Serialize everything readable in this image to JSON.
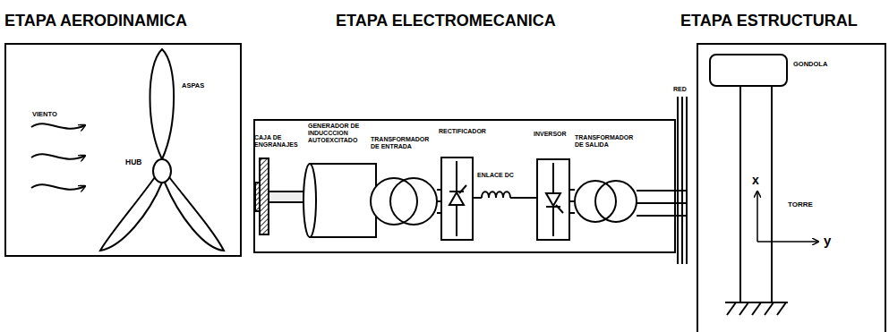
{
  "diagram": {
    "nodes": [
      {
        "text": [
          "ETAPA AERODINAMICA"
        ]
      },
      {
        "text": [
          "ETAPA ELECTROMECANICA"
        ]
      },
      {
        "text": [
          "ETAPA ESTRUCTURAL"
        ]
      },
      {
        "text": [
          "GONDOLA"
        ],
        "in": 2
      }
    ],
    "labels": [
      "VIENTO",
      "ASPAS",
      "HUB",
      "CAJA DE ENGRANAJES",
      "GENERADOR DE INDUCCCION AUTOEXCITADO",
      "TRANSFORMADOR DE ENTRADA",
      "RECTIFICADOR",
      "ENLACE DC",
      "INVERSOR",
      "TRANSFORMADOR DE SALIDA",
      "RED",
      "x",
      "TORRE",
      "y"
    ]
  }
}
